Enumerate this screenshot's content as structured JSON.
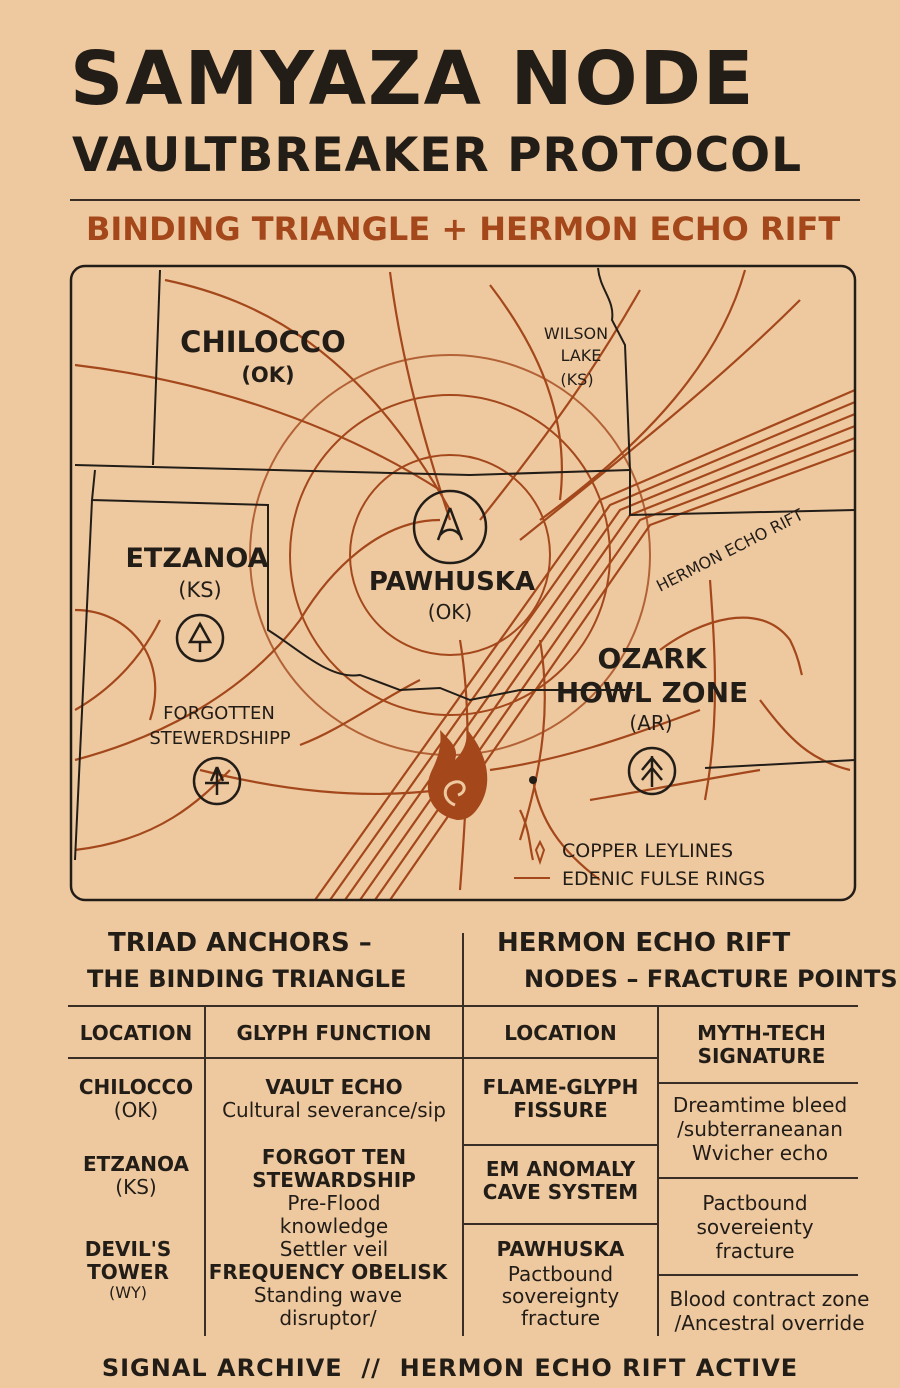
{
  "header": {
    "title": "SAMYAZA NODE",
    "subtitle": "VAULTBREAKER PROTOCOL",
    "tagline": "BINDING TRIANGLE + HERMON ECHO RIFT"
  },
  "map": {
    "labels": {
      "chilocco": "CHILOCCO",
      "chilocco_state": "(OK)",
      "wilson1": "WILSON",
      "wilson2": "LAKE",
      "wilson_state": "(KS)",
      "etzanoa": "ETZANOA",
      "etzanoa_state": "(KS)",
      "pawhuska": "PAWHUSKA",
      "pawhuska_state": "(OK)",
      "ozark1": "OZARK",
      "ozark2": "HOWL ZONE",
      "ozark_state": "(AR)",
      "forgotten1": "FORGOTTEN",
      "forgotten2": "STEWERDSHIPP",
      "rift": "HERMON ECHO RIFT"
    },
    "legend": {
      "copper": "COPPER LEYLINES",
      "rings": "EDENIC FULSE RINGS"
    },
    "colors": {
      "copper": "#a4481c",
      "ink": "#231d18",
      "background": "#eec9a0"
    }
  },
  "triad": {
    "title1": "TRIAD ANCHORS –",
    "title2": "THE BINDING TRIANGLE",
    "col_location": "LOCATION",
    "col_function": "GLYPH FUNCTION",
    "rows": [
      {
        "loc": "CHILOCCO",
        "state": "(OK)",
        "fn": "VAULT ECHO",
        "desc1": "Cultural severance/sip",
        "desc2": ""
      },
      {
        "loc": "ETZANOA",
        "state": "(KS)",
        "fn": "FORGOT TEN STEWARDSHIP",
        "desc1": "Pre-Flood knowledge",
        "desc2": "Settler veil"
      },
      {
        "loc": "DEVIL'S TOWER",
        "state": "(WY)",
        "fn": "FREQUENCY OBELISK",
        "desc1": "Standing wave",
        "desc2": "disruptor/"
      }
    ]
  },
  "rift": {
    "title1": "HERMON ECHO RIFT",
    "title2": "NODES – FRACTURE POINTS",
    "col_location": "LOCATION",
    "col_signature": "MYTH-TECH SIGNATURE",
    "locations": [
      {
        "name": "FLAME-GLYPH FISSURE",
        "desc": ""
      },
      {
        "name": "EM ANOMALY CAVE SYSTEM",
        "desc": ""
      },
      {
        "name": "PAWHUSKA",
        "desc": "Pactbound sovereignty fracture"
      }
    ],
    "signatures": [
      "Dreamtime bleed /subterraneanan Wvicher echo",
      "Pactbound sovereienty fracture",
      "Blood contract zone /Ancestral override"
    ]
  },
  "footer": "SIGNAL ARCHIVE  //  HERMON ECHO RIFT ACTIVE"
}
